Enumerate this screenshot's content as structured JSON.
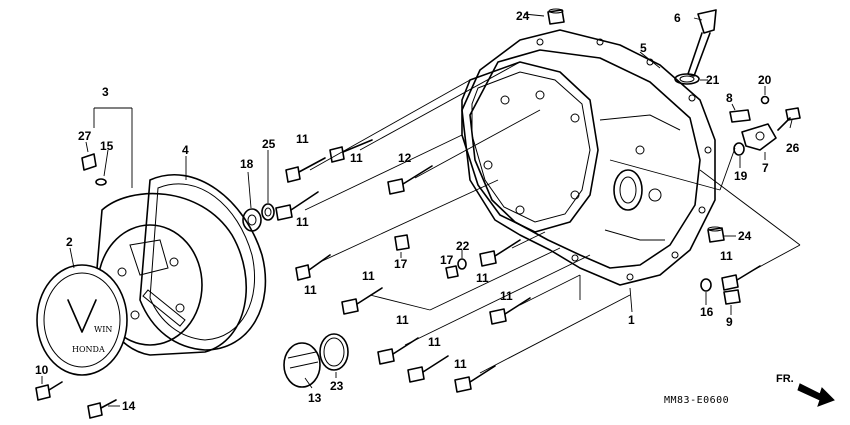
{
  "diagram": {
    "callouts": [
      {
        "id": "c24a",
        "text": "24"
      },
      {
        "id": "c6",
        "text": "6"
      },
      {
        "id": "c5",
        "text": "5"
      },
      {
        "id": "c21",
        "text": "21"
      },
      {
        "id": "c20",
        "text": "20"
      },
      {
        "id": "c8",
        "text": "8"
      },
      {
        "id": "c26",
        "text": "26"
      },
      {
        "id": "c19",
        "text": "19"
      },
      {
        "id": "c7",
        "text": "7"
      },
      {
        "id": "c3",
        "text": "3"
      },
      {
        "id": "c27",
        "text": "27"
      },
      {
        "id": "c15",
        "text": "15"
      },
      {
        "id": "c4",
        "text": "4"
      },
      {
        "id": "c11a",
        "text": "11"
      },
      {
        "id": "c11b",
        "text": "11"
      },
      {
        "id": "c12",
        "text": "12"
      },
      {
        "id": "c25",
        "text": "25"
      },
      {
        "id": "c18",
        "text": "18"
      },
      {
        "id": "c11c",
        "text": "11"
      },
      {
        "id": "c2",
        "text": "2"
      },
      {
        "id": "c17a",
        "text": "17"
      },
      {
        "id": "c22",
        "text": "22"
      },
      {
        "id": "c17b",
        "text": "17"
      },
      {
        "id": "c11d",
        "text": "11"
      },
      {
        "id": "c24b",
        "text": "24"
      },
      {
        "id": "c11e",
        "text": "11"
      },
      {
        "id": "c11f",
        "text": "11"
      },
      {
        "id": "c11g",
        "text": "11"
      },
      {
        "id": "c11h",
        "text": "11"
      },
      {
        "id": "c1",
        "text": "1"
      },
      {
        "id": "c11i",
        "text": "11"
      },
      {
        "id": "c16",
        "text": "16"
      },
      {
        "id": "c9",
        "text": "9"
      },
      {
        "id": "c11j",
        "text": "11"
      },
      {
        "id": "c11k",
        "text": "11"
      },
      {
        "id": "c10",
        "text": "10"
      },
      {
        "id": "c13",
        "text": "13"
      },
      {
        "id": "c23",
        "text": "23"
      },
      {
        "id": "c11l",
        "text": "11"
      },
      {
        "id": "c14",
        "text": "14"
      }
    ],
    "logo_text": "HONDA",
    "logo_vwin": "WIN",
    "diagram_code": "MM83-E0600",
    "direction_label": "FR."
  }
}
